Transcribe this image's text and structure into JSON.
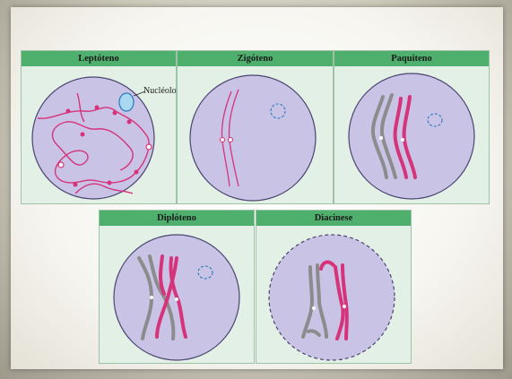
{
  "panels": {
    "leptoteno": {
      "title": "Leptóteno",
      "nucleolus_label": "Nucléolo"
    },
    "zigoteno": {
      "title": "Zigóteno"
    },
    "paquiteno": {
      "title": "Paquiteno"
    },
    "diploteno": {
      "title": "Diplóteno"
    },
    "diacinese": {
      "title": "Diacinese"
    }
  },
  "colors": {
    "header_green": "#4fb06e",
    "panel_bg": "#e3f0e6",
    "cell_fill": "#c9c3e6",
    "cell_stroke": "#4a4470",
    "chromosome_pink": "#d6337a",
    "chromosome_gray": "#8c8c8c",
    "nucleolus_fill": "#a8d8f2"
  }
}
